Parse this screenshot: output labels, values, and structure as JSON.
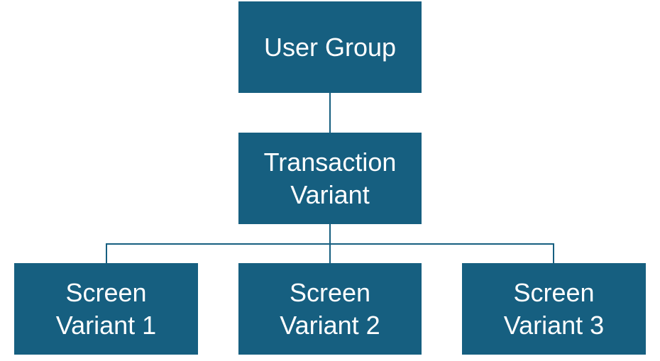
{
  "colors": {
    "node_fill": "#165f80",
    "node_text": "#ffffff",
    "connector": "#165f80"
  },
  "nodes": {
    "user_group": {
      "line1": "User Group"
    },
    "transaction_variant": {
      "line1": "Transaction",
      "line2": "Variant"
    },
    "screen_variant_1": {
      "line1": "Screen",
      "line2": "Variant 1"
    },
    "screen_variant_2": {
      "line1": "Screen",
      "line2": "Variant 2"
    },
    "screen_variant_3": {
      "line1": "Screen",
      "line2": "Variant 3"
    }
  },
  "edges": [
    {
      "from": "User Group",
      "to": "Transaction Variant"
    },
    {
      "from": "Transaction Variant",
      "to": "Screen Variant 1"
    },
    {
      "from": "Transaction Variant",
      "to": "Screen Variant 2"
    },
    {
      "from": "Transaction Variant",
      "to": "Screen Variant 3"
    }
  ]
}
